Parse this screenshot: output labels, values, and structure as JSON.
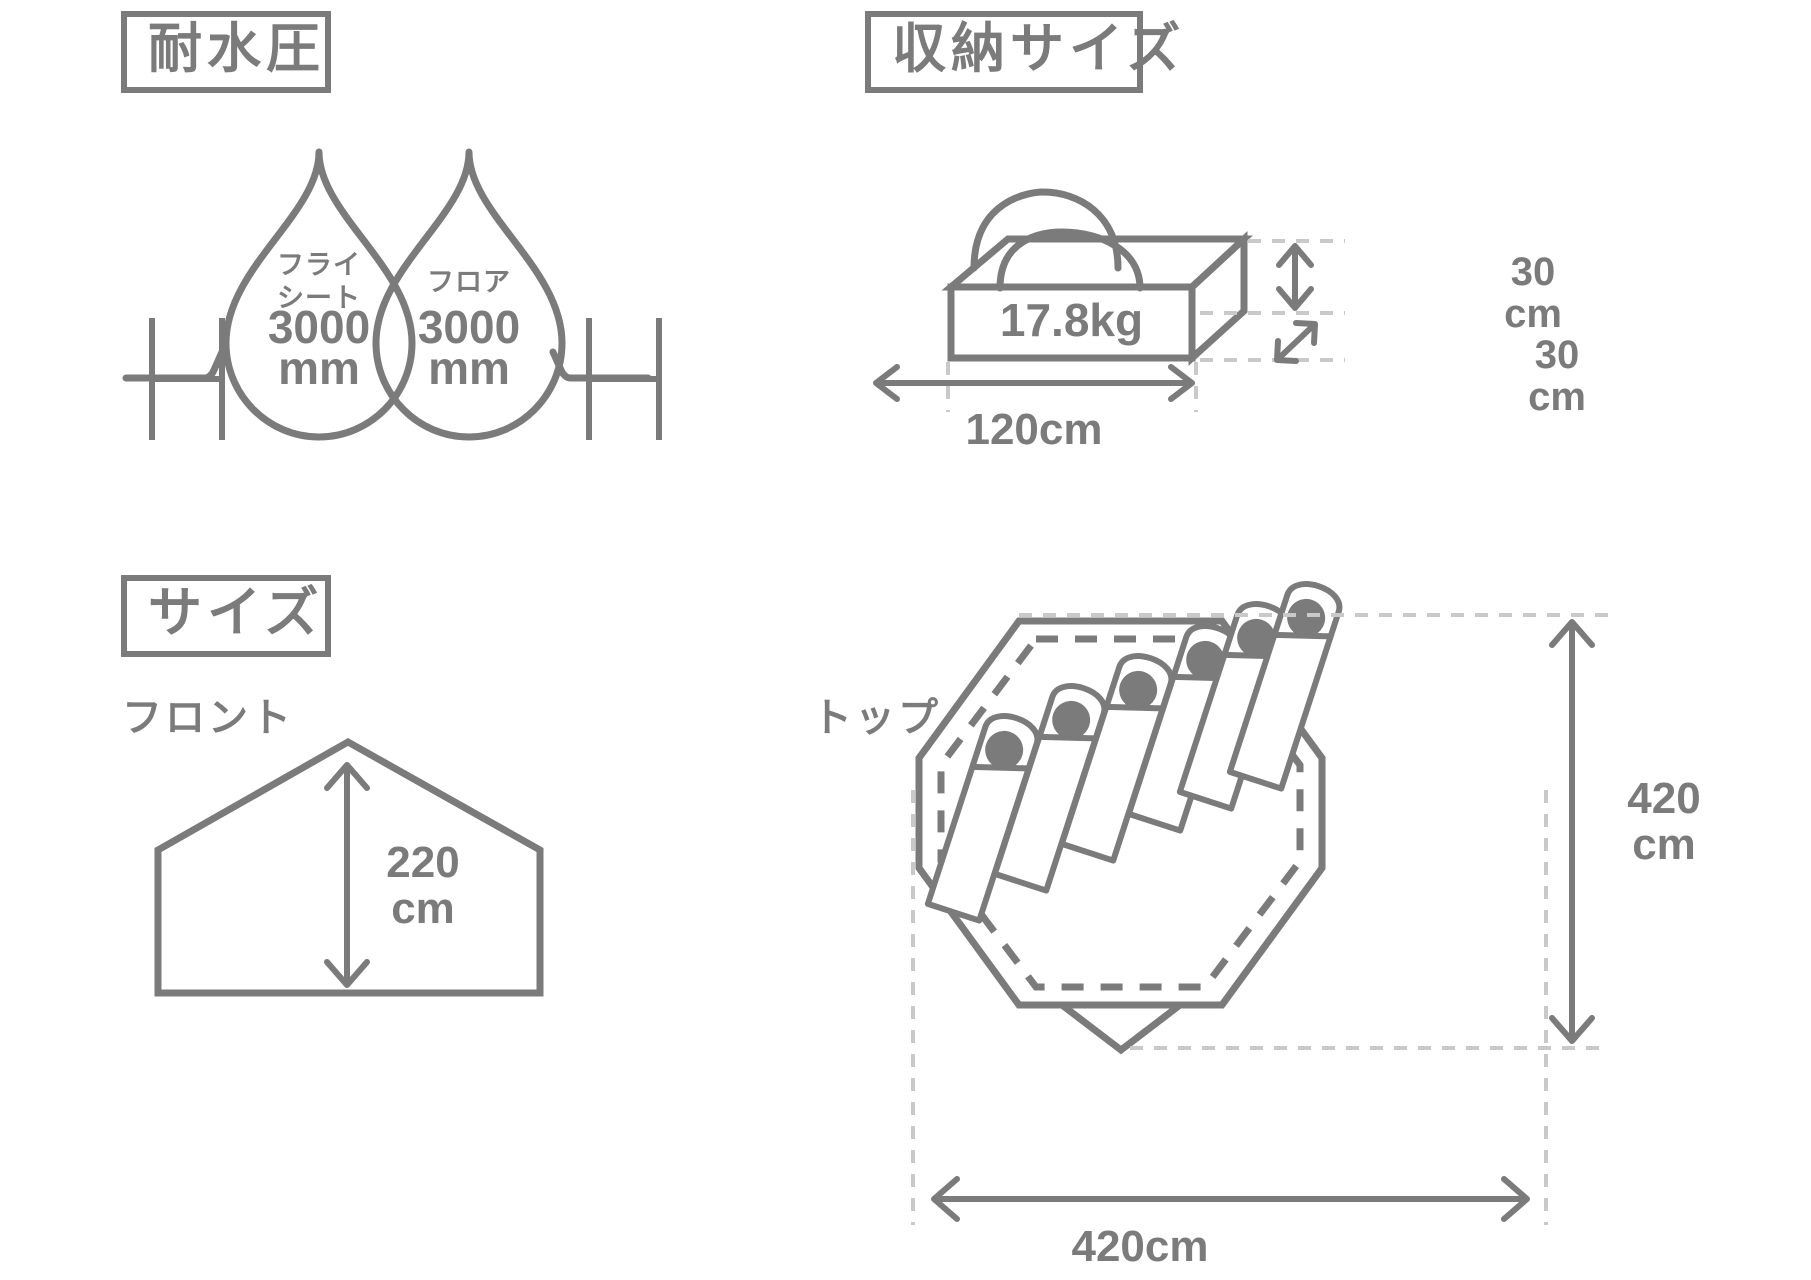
{
  "page": {
    "background": "#ffffff",
    "ink": "#7b7b7b",
    "guide": "#c9c9c9"
  },
  "sections": {
    "water_resistance": {
      "heading": "耐水圧",
      "droplets": [
        {
          "caption_line1": "フライ",
          "caption_line2": "シート",
          "value": "3000",
          "unit": "mm"
        },
        {
          "caption_line1": "フロア",
          "caption_line2": "",
          "value": "3000",
          "unit": "mm"
        }
      ]
    },
    "storage_size": {
      "heading": "収納サイズ",
      "weight": "17.8kg",
      "width_label": "120cm",
      "height_value": "30",
      "height_unit": "cm",
      "depth_value": "30",
      "depth_unit": "cm"
    },
    "size": {
      "heading": "サイズ",
      "front": {
        "label": "フロント",
        "height_value": "220",
        "height_unit": "cm"
      },
      "top": {
        "label": "トップ",
        "width_label": "420cm",
        "height_value": "420",
        "height_unit": "cm",
        "sleeping_bag_count": 6
      }
    }
  }
}
